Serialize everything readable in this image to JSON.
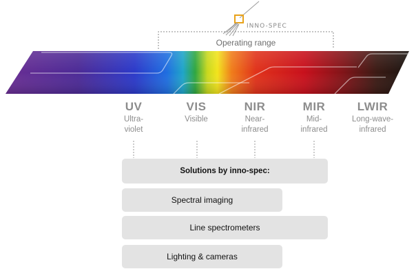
{
  "logo": {
    "name": "INNO-SPEC",
    "accent_color": "#e8a21a",
    "icon": "prism-icon"
  },
  "operating_range_label": "Operating range",
  "bands": [
    {
      "abbr": "UV",
      "desc_lines": [
        "Ultra-",
        "violet"
      ]
    },
    {
      "abbr": "VIS",
      "desc_lines": [
        "Visible"
      ]
    },
    {
      "abbr": "NIR",
      "desc_lines": [
        "Near-",
        "infrared"
      ]
    },
    {
      "abbr": "MIR",
      "desc_lines": [
        "Mid-",
        "infrared"
      ]
    },
    {
      "abbr": "LWIR",
      "desc_lines": [
        "Long-wave-",
        "infrared"
      ]
    }
  ],
  "solutions": {
    "title": "Solutions by inno-spec:",
    "items": [
      "Spectral imaging",
      "Line spectrometers",
      "Lighting & cameras"
    ]
  },
  "colors": {
    "uv": "#5b2a8c",
    "visible_blue": "#2b3bd0",
    "visible_green": "#2fa640",
    "visible_yellow": "#f2e41c",
    "nir_red": "#d3121c",
    "lwir_dark": "#241512",
    "label_gray": "#8c8c8c",
    "box_gray": "#e3e3e3"
  }
}
